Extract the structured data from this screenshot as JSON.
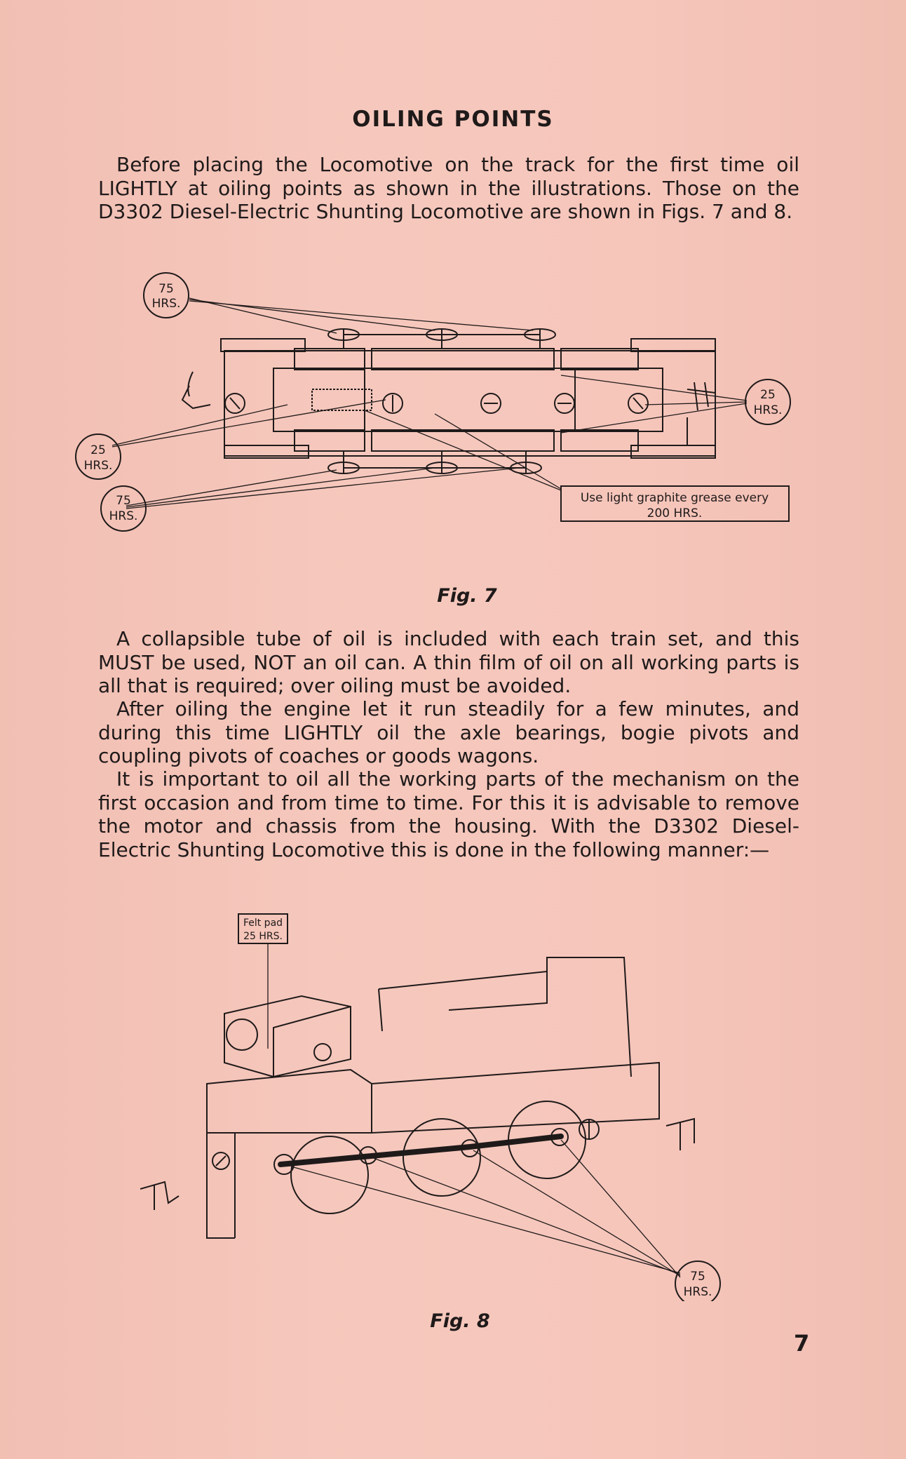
{
  "heading": "OILING POINTS",
  "paragraphs": {
    "p1": "Before placing the Locomotive on the track for the first time oil LIGHTLY at oiling points as shown in the illustrations. Those on the D3302 Diesel-Electric Shunting Locomotive are shown in Figs. 7 and 8.",
    "p2": "A collapsible tube of oil is included with each train set, and this MUST be used, NOT an oil can. A thin film of oil on all working parts is all that is required; over oiling must be avoided.",
    "p3": "After oiling the engine let it run steadily for a few minutes, and during this time LIGHTLY oil the axle bearings, bogie pivots and coupling pivots of coaches or goods wagons.",
    "p4": "It is important to oil all the working parts of the mechanism on the first occasion and from time to time. For this it is advisable to remove the motor and chassis from the housing. With the D3302 Diesel-Electric Shunting Locomotive this is done in the following manner:—"
  },
  "fig7": {
    "caption": "Fig. 7",
    "label_75_top": [
      "75",
      "HRS."
    ],
    "label_25_right": [
      "25",
      "HRS."
    ],
    "label_25_left": [
      "25",
      "HRS."
    ],
    "label_75_bottom": [
      "75",
      "HRS."
    ],
    "grease_note_line1": "Use light graphite grease every",
    "grease_note_line2": "200 HRS."
  },
  "fig8": {
    "caption": "Fig. 8",
    "felt_pad_line1": "Felt pad",
    "felt_pad_line2": "25 HRS.",
    "label_75": [
      "75",
      "HRS."
    ]
  },
  "page_number": "7",
  "colors": {
    "paper": "#f4c3b8",
    "ink": "#1f1a1a"
  }
}
